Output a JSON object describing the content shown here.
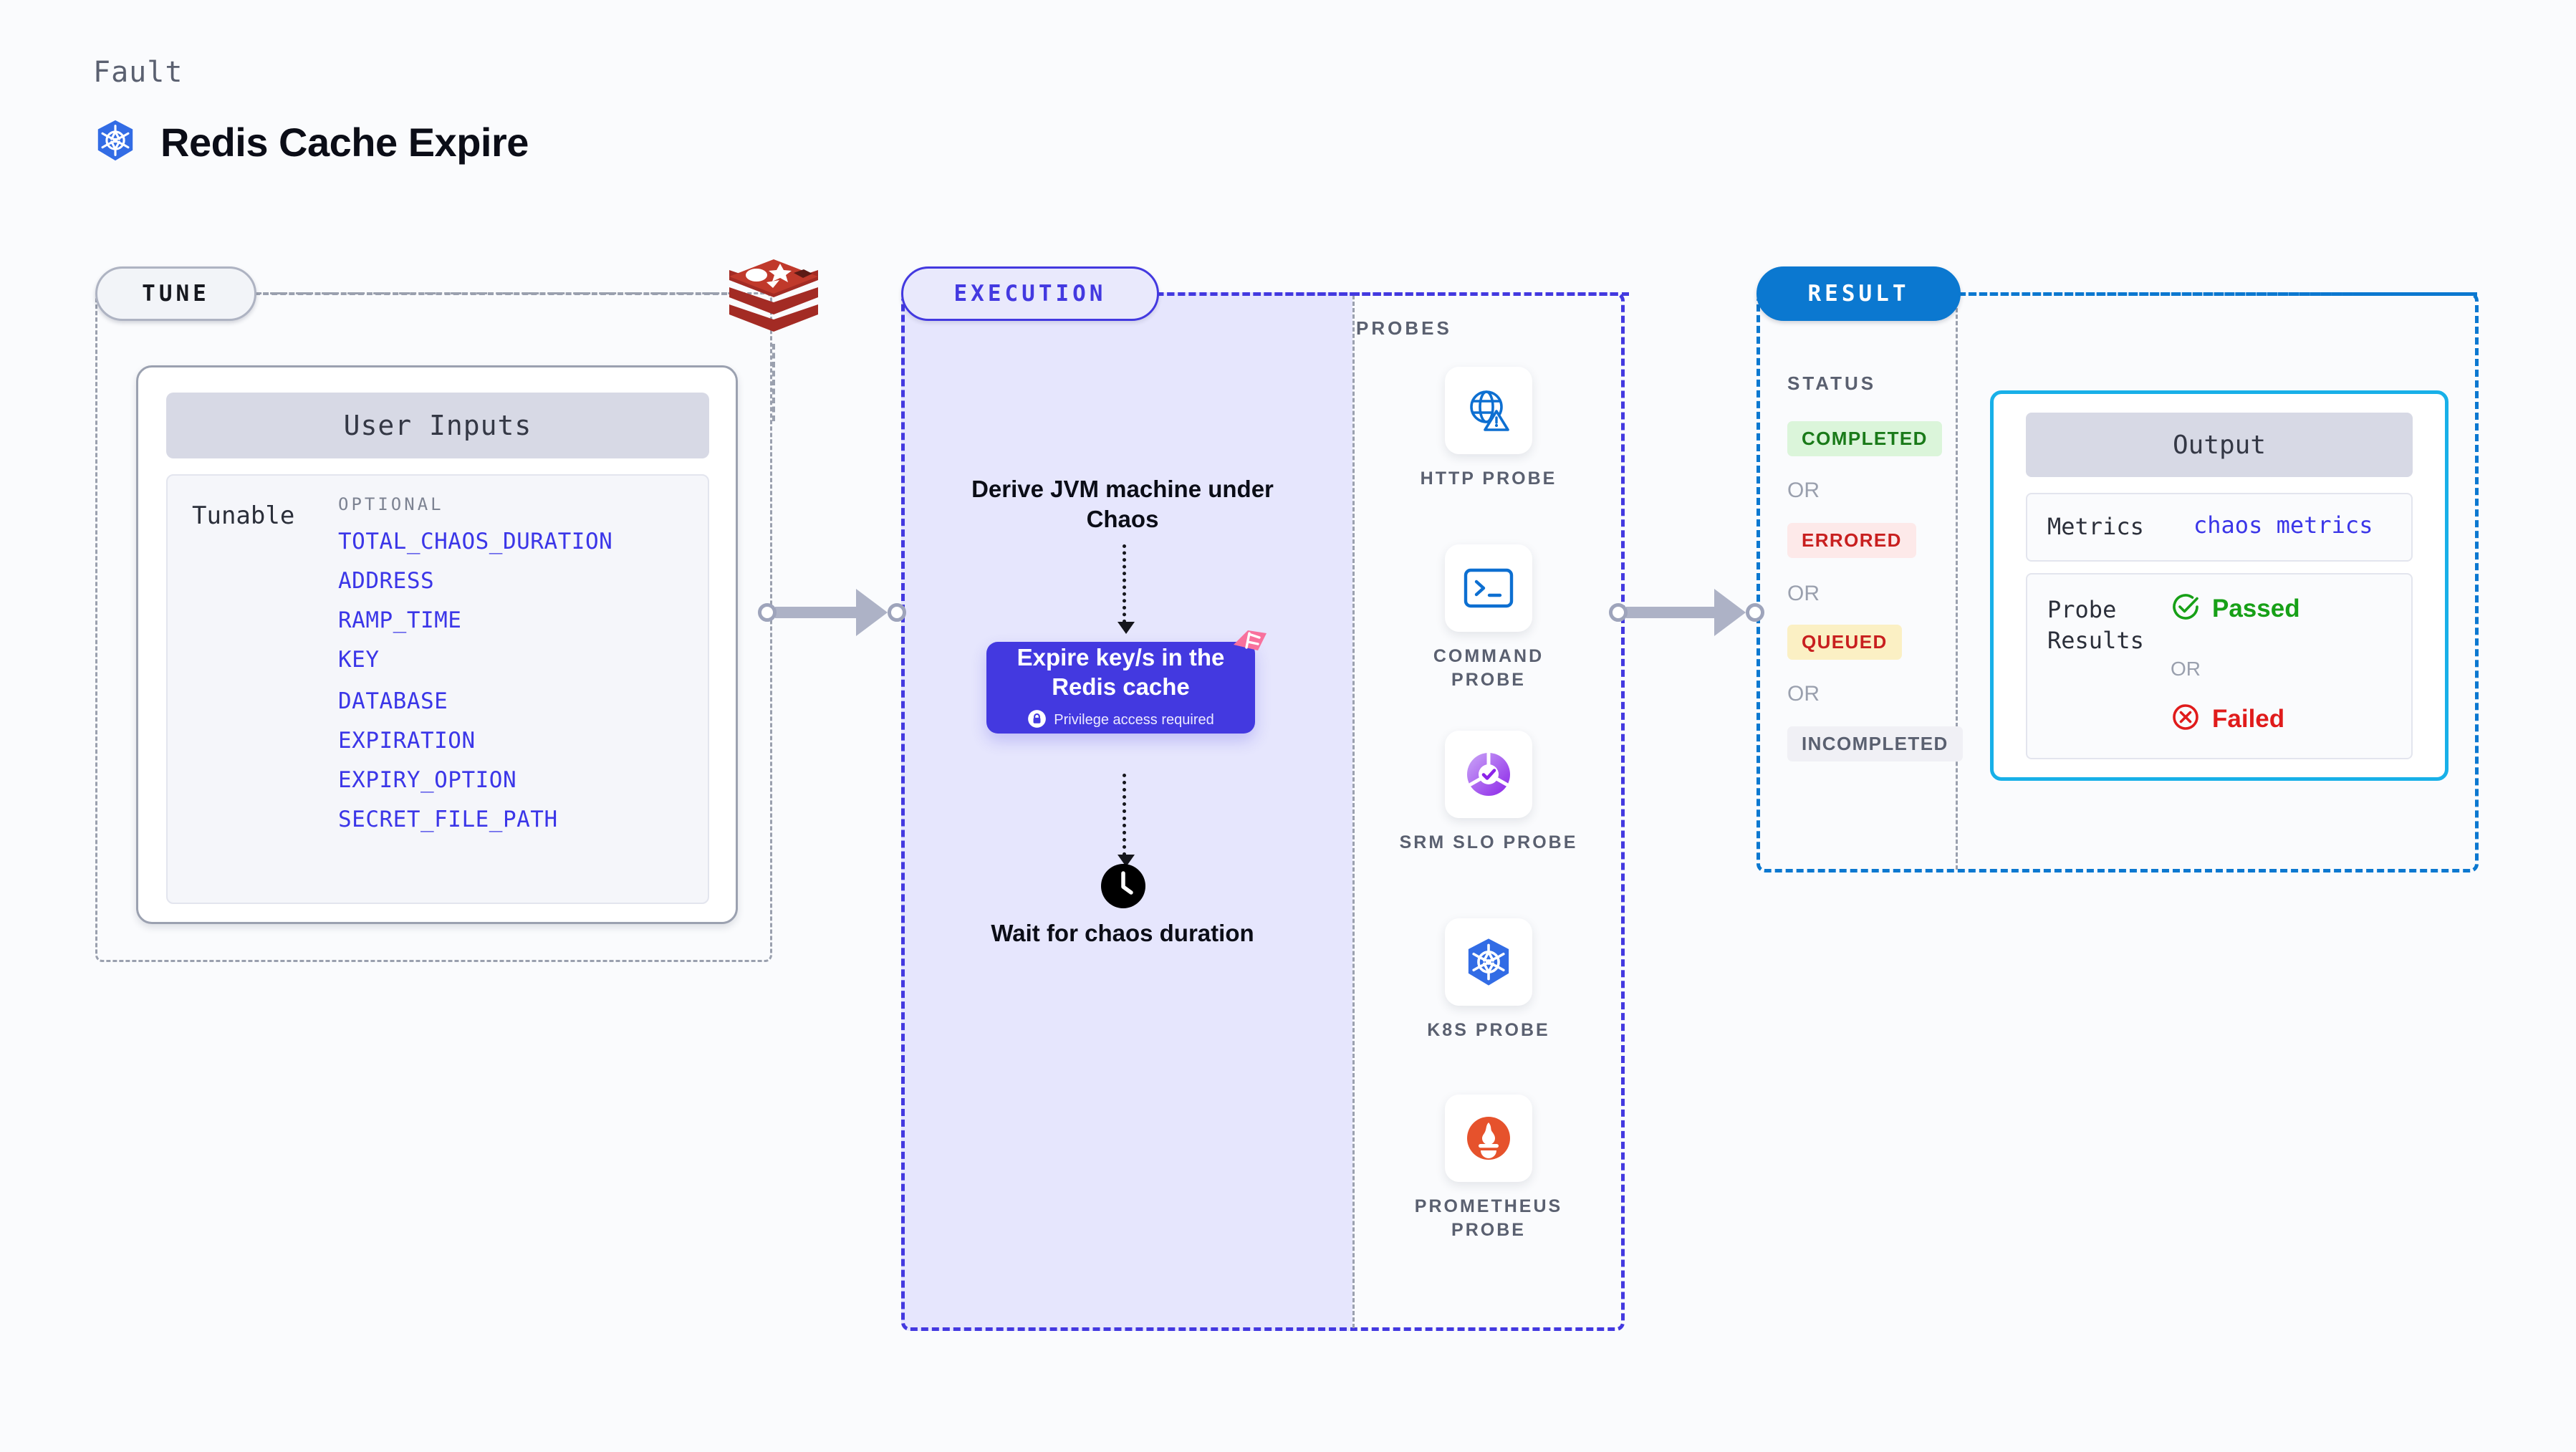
{
  "header": {
    "eyebrow": "Fault",
    "title": "Redis Cache Expire",
    "icon": "kubernetes-icon"
  },
  "tune": {
    "pill": "TUNE",
    "logo": "redis-logo",
    "card_header": "User Inputs",
    "tunable_label": "Tunable",
    "optional_label": "OPTIONAL",
    "params": [
      "TOTAL_CHAOS_DURATION",
      "ADDRESS",
      "RAMP_TIME",
      "KEY",
      "DATABASE",
      "EXPIRATION",
      "EXPIRY_OPTION",
      "SECRET_FILE_PATH"
    ]
  },
  "execution": {
    "pill": "EXECUTION",
    "step_derive": "Derive JVM machine under Chaos",
    "chaos_card": {
      "title": "Expire key/s in the Redis cache",
      "privilege": "Privilege access required",
      "lock_icon": "lock-icon",
      "fault_badge": "fault-badge-icon"
    },
    "step_wait": "Wait for chaos duration",
    "clock_icon": "clock-icon"
  },
  "probes": {
    "title": "PROBES",
    "items": [
      {
        "label": "HTTP PROBE",
        "icon": "globe-warning-icon"
      },
      {
        "label": "COMMAND PROBE",
        "icon": "terminal-icon"
      },
      {
        "label": "SRM SLO PROBE",
        "icon": "slo-donut-check-icon"
      },
      {
        "label": "K8S PROBE",
        "icon": "kubernetes-icon"
      },
      {
        "label": "PROMETHEUS PROBE",
        "icon": "prometheus-icon"
      }
    ]
  },
  "result": {
    "pill": "RESULT",
    "status_title": "STATUS",
    "or_label": "OR",
    "statuses": [
      {
        "label": "COMPLETED",
        "color": "#1a7a19",
        "bg": "#dbf5da"
      },
      {
        "label": "ERRORED",
        "color": "#c81f1f",
        "bg": "#fde9e9"
      },
      {
        "label": "QUEUED",
        "color": "#c81f1f",
        "bg": "#fbf0c4"
      },
      {
        "label": "INCOMPLETED",
        "color": "#5a6070",
        "bg": "#f0f0f5"
      }
    ],
    "output": {
      "header": "Output",
      "metrics_key": "Metrics",
      "metrics_value": "chaos metrics",
      "probe_results_key": "Probe Results",
      "passed_label": "Passed",
      "failed_label": "Failed",
      "or_label": "OR",
      "passed_icon": "check-circle-icon",
      "failed_icon": "x-circle-icon"
    }
  },
  "colors": {
    "accent_indigo": "#4339e0",
    "accent_blue": "#0b78d0",
    "accent_cyan": "#18b0e8",
    "param_blue": "#3b36e8",
    "pass_green": "#17a017",
    "fail_red": "#e01b1b"
  }
}
